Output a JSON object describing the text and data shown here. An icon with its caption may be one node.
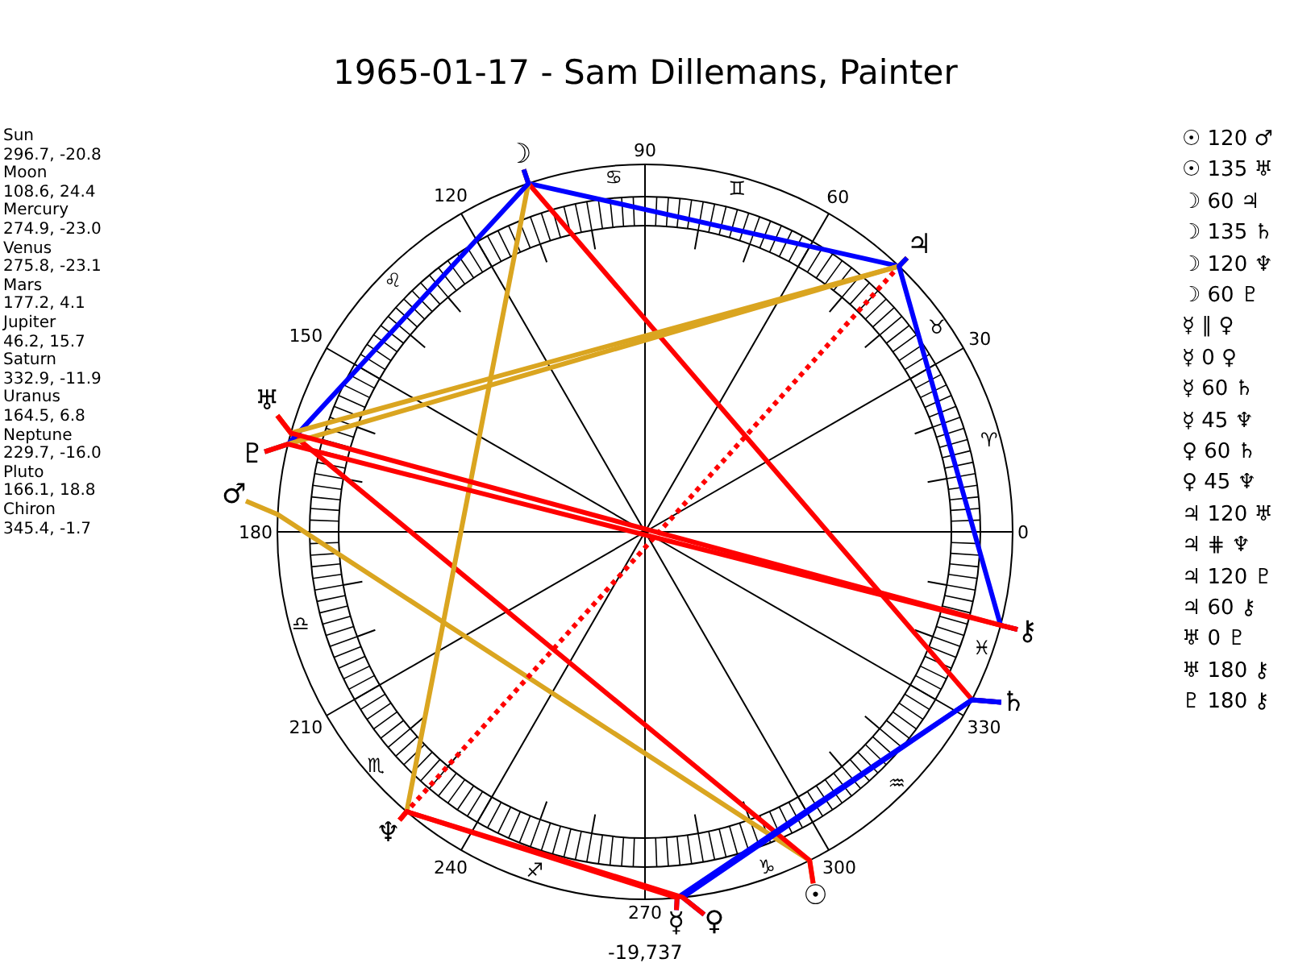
{
  "diagram": {
    "title": "1965-01-17 - Sam Dillemans, Painter",
    "nodes": [
      {
        "text": [
          "☉"
        ]
      },
      {
        "text": [
          "☽"
        ]
      },
      {
        "text": [
          "☿"
        ]
      },
      {
        "text": [
          "♀"
        ]
      },
      {
        "text": [
          "♂"
        ]
      },
      {
        "text": [
          "♃"
        ]
      },
      {
        "text": [
          "♄"
        ]
      },
      {
        "text": [
          "♅"
        ]
      },
      {
        "text": [
          "♆"
        ]
      },
      {
        "text": [
          "♇"
        ]
      },
      {
        "text": [
          "⚷"
        ]
      }
    ],
    "edges": [
      {
        "from": 0,
        "to": 4,
        "arrow": "none",
        "color": "#daa520"
      },
      {
        "from": 0,
        "to": 7,
        "arrow": "none"
      },
      {
        "from": 1,
        "to": 5,
        "arrow": "none",
        "color": "#0000ff"
      },
      {
        "from": 1,
        "to": 6,
        "arrow": "none"
      },
      {
        "from": 1,
        "to": 8,
        "arrow": "none",
        "color": "#daa520"
      },
      {
        "from": 1,
        "to": 9,
        "arrow": "none",
        "color": "#0000ff"
      },
      {
        "from": 2,
        "to": 6,
        "arrow": "none",
        "color": "#0000ff"
      },
      {
        "from": 2,
        "to": 8,
        "arrow": "none"
      },
      {
        "from": 3,
        "to": 6,
        "arrow": "none",
        "color": "#0000ff"
      },
      {
        "from": 3,
        "to": 8,
        "arrow": "none"
      },
      {
        "from": 5,
        "to": 7,
        "arrow": "none",
        "color": "#daa520"
      },
      {
        "from": 5,
        "to": 8,
        "arrow": "none",
        "style": "dashed"
      },
      {
        "from": 5,
        "to": 9,
        "arrow": "none",
        "color": "#daa520"
      },
      {
        "from": 5,
        "to": 10,
        "arrow": "none",
        "color": "#0000ff"
      },
      {
        "from": 7,
        "to": 10,
        "arrow": "none"
      },
      {
        "from": 9,
        "to": 10,
        "arrow": "none"
      }
    ],
    "labels": [
      "Sun",
      "296.7, -20.8",
      "Moon",
      "108.6, 24.4",
      "Mercury",
      "274.9, -23.0",
      "Venus",
      "275.8, -23.1",
      "Mars",
      "177.2, 4.1",
      "Jupiter",
      "46.2, 15.7",
      "Saturn",
      "332.9, -11.9",
      "Uranus",
      "164.5, 6.8",
      "Neptune",
      "229.7, -16.0",
      "Pluto",
      "166.1, 18.8",
      "Chiron",
      "345.4, -1.7",
      "☉ 120 ♂",
      "☉ 135 ♅",
      "☽ 60 ♃",
      "☽ 135 ♄",
      "☽ 120 ♆",
      "☽ 60 ♇",
      "☿ ∥ ♀",
      "☿ 0 ♀",
      "☿ 60 ♄",
      "☿ 45 ♆",
      "♀ 60 ♄",
      "♀ 45 ♆",
      "♃ 120 ♅",
      "♃ ⋕ ♆",
      "♃ 120 ♇",
      "♃ 60 ⚷",
      "♅ 0 ♇",
      "♅ 180 ⚷",
      "♇ 180 ⚷",
      "0",
      "30",
      "60",
      "90",
      "120",
      "150",
      "180",
      "210",
      "240",
      "270",
      "300",
      "330",
      "♈",
      "♉",
      "♊",
      "♋",
      "♌",
      "♎",
      "♏",
      "♐",
      "♑",
      "♒",
      "♓",
      "-19,737"
    ]
  }
}
